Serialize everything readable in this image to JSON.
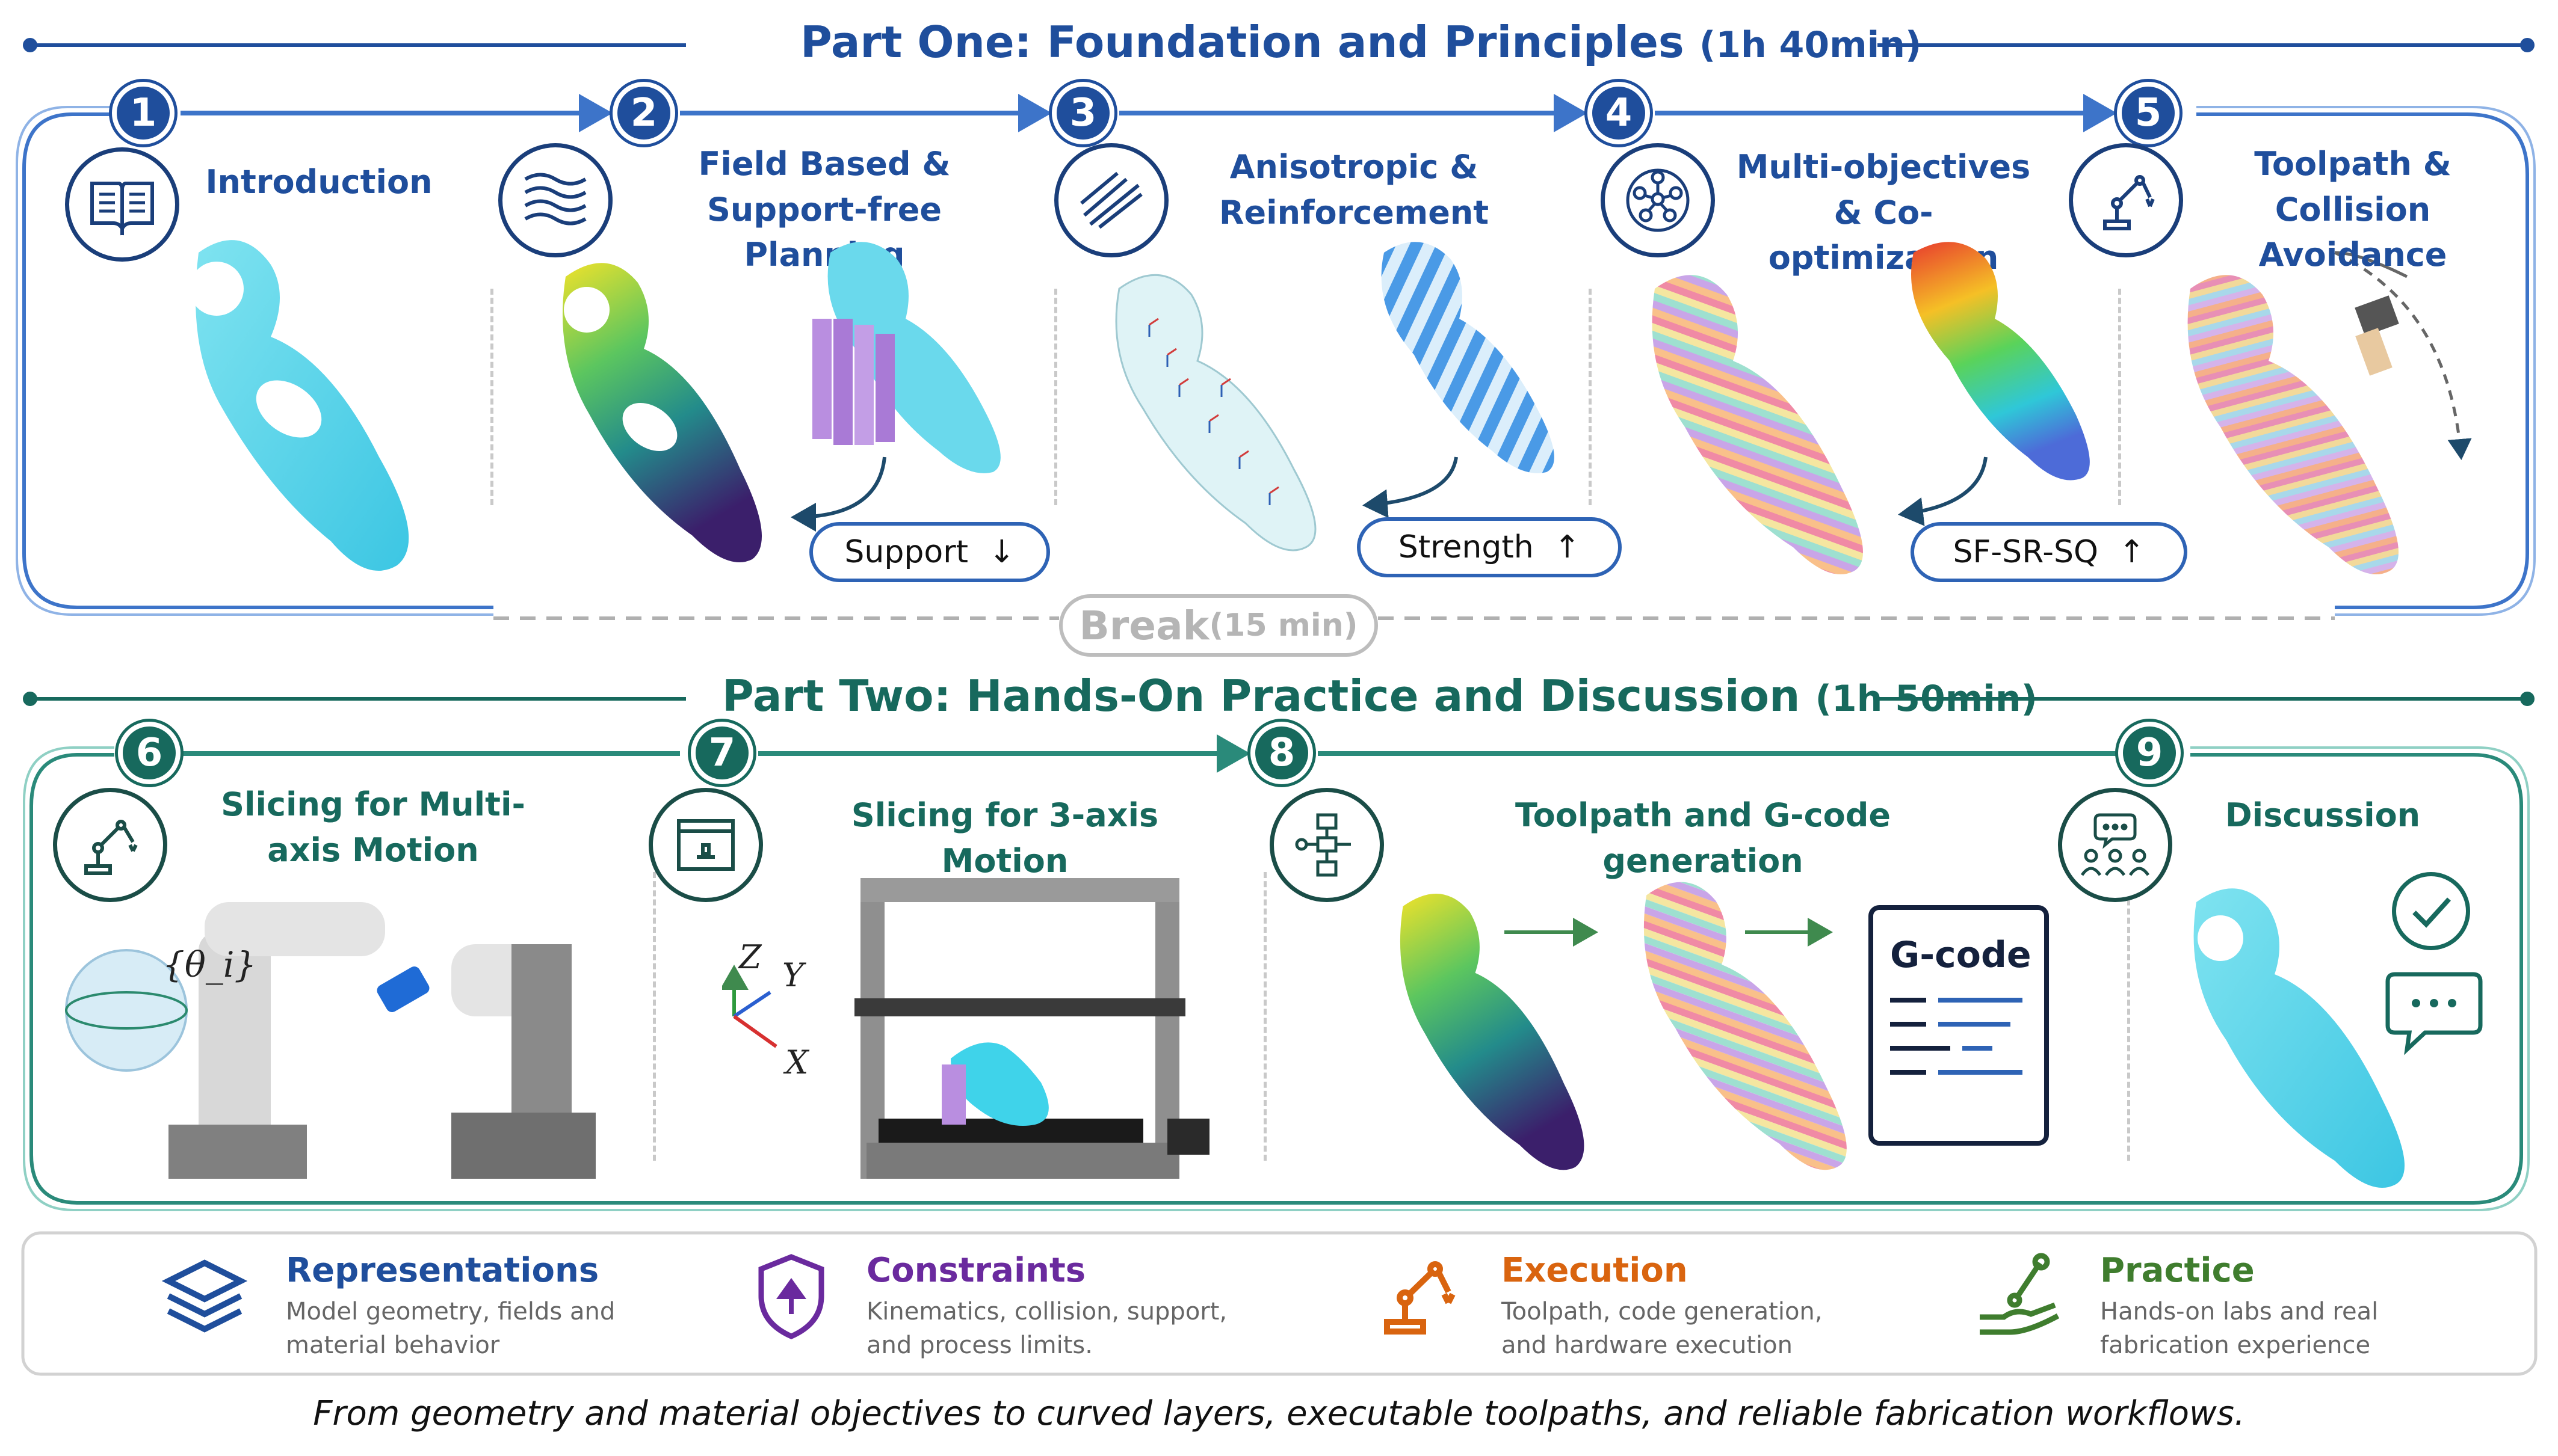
{
  "part_one": {
    "title": "Part One: Foundation and Principles",
    "duration": "(1h 40min)",
    "steps": [
      {
        "num": "1",
        "title": "Introduction",
        "icon": "book-icon"
      },
      {
        "num": "2",
        "title": "Field Based & Support-free Planning",
        "icon": "waves-icon"
      },
      {
        "num": "3",
        "title": "Anisotropic & Reinforcement",
        "icon": "fibers-icon"
      },
      {
        "num": "4",
        "title": "Multi-objectives & Co-optimization",
        "icon": "network-icon"
      },
      {
        "num": "5",
        "title": "Toolpath & Collision Avoidance",
        "icon": "robot-arm-icon"
      }
    ],
    "pills": [
      {
        "label": "Support",
        "arrow": "↓"
      },
      {
        "label": "Strength",
        "arrow": "↑"
      },
      {
        "label": "SF-SR-SQ",
        "arrow": "↑"
      }
    ]
  },
  "break": {
    "label": "Break",
    "duration": "(15 min)"
  },
  "part_two": {
    "title": "Part Two: Hands-On Practice and Discussion",
    "duration": "(1h 50min)",
    "steps": [
      {
        "num": "6",
        "title": "Slicing for Multi-axis Motion",
        "icon": "robot-arm-icon"
      },
      {
        "num": "7",
        "title": "Slicing for 3-axis Motion",
        "icon": "printer-frame-icon"
      },
      {
        "num": "8",
        "title": "Toolpath and G-code generation",
        "icon": "flowchart-icon"
      },
      {
        "num": "9",
        "title": "Discussion",
        "icon": "people-chat-icon"
      }
    ],
    "theta_label": "{θ_i}",
    "axes": {
      "z": "Z",
      "y": "Y",
      "x": "X"
    },
    "gcode_label": "G-code"
  },
  "categories": [
    {
      "title": "Representations",
      "desc": "Model geometry, fields and material behavior",
      "color": "#1f4e9c",
      "icon": "layers-icon"
    },
    {
      "title": "Constraints",
      "desc": "Kinematics, collision, support, and process limits.",
      "color": "#6a2a9e",
      "icon": "shield-icon"
    },
    {
      "title": "Execution",
      "desc": "Toolpath, code generation, and hardware execution",
      "color": "#d9640f",
      "icon": "robot-arm-icon"
    },
    {
      "title": "Practice",
      "desc": "Hands-on labs and real fabrication experience",
      "color": "#3f7d2e",
      "icon": "hand-tool-icon"
    }
  ],
  "footer": "From geometry and material objectives to curved layers, executable toolpaths, and reliable fabrication workflows.",
  "colors": {
    "blue": "#1f4e9c",
    "teal": "#17695d"
  }
}
